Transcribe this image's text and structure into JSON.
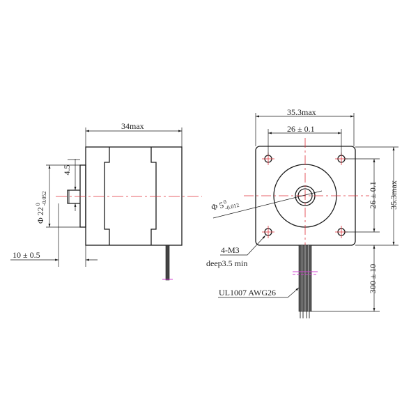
{
  "colors": {
    "outline": "#1a1a1a",
    "centerline": "#e0303a",
    "wire_mark": "#d040d0",
    "background": "#ffffff"
  },
  "side_view": {
    "body_length": "34max",
    "flange_boss_diameter": "Φ 22",
    "flange_boss_tol_upper": "0",
    "flange_boss_tol_lower": "-0.052",
    "flange_height": "4.5",
    "shaft_length": "10 ± 0.5"
  },
  "front_view": {
    "overall_width": "35.3max",
    "hole_spacing_h": "26 ± 0.1",
    "hole_spacing_v": "26 ± 0.1",
    "overall_height": "35.3max",
    "shaft_diameter": "Φ 5",
    "shaft_tol_upper": "0",
    "shaft_tol_lower": "-0.012",
    "mount_holes": "4-M3",
    "mount_depth": "deep3.5 min",
    "lead_length": "300 ± 10",
    "wire_spec": "UL1007  AWG26"
  }
}
